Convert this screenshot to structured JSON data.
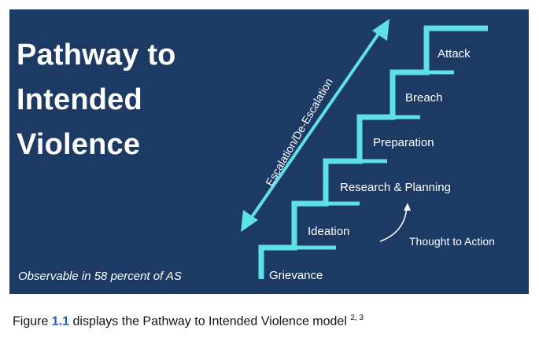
{
  "colors": {
    "panel_background": "#1c3a63",
    "stair_color": "#5fe0e6",
    "text_color": "#ffffff",
    "figure_number_color": "#1f5fbf"
  },
  "title_lines": [
    "Pathway to",
    "Intended",
    "Violence"
  ],
  "observable_note": "Observable in 58 percent of AS",
  "arrow_label": "Escalation/De-Escalation",
  "steps": [
    "Grievance",
    "Ideation",
    "Research & Planning",
    "Preparation",
    "Breach",
    "Attack"
  ],
  "thought_to_action": "Thought to Action",
  "caption": {
    "prefix": "Figure ",
    "figure_number": "1.1",
    "text": " displays the Pathway to Intended Violence model ",
    "refs": "2, 3"
  }
}
